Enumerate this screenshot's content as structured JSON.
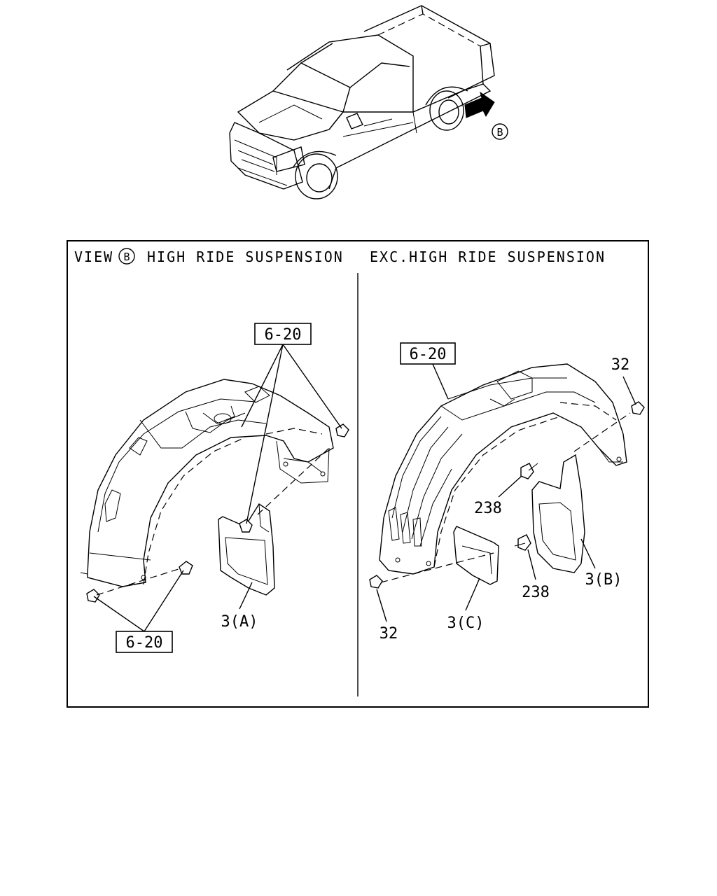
{
  "view": {
    "marker": "B",
    "prefix": "VIEW",
    "left_title": "HIGH RIDE SUSPENSION",
    "right_title": "EXC.HIGH RIDE SUSPENSION"
  },
  "left_panel": {
    "ref_top": "6-20",
    "ref_bottom": "6-20",
    "part_label": "3(A)"
  },
  "right_panel": {
    "ref": "6-20",
    "clip_top": "32",
    "clip_bottom": "32",
    "bolt_upper": "238",
    "bolt_lower": "238",
    "flap_b": "3(B)",
    "flap_c": "3(C)"
  }
}
